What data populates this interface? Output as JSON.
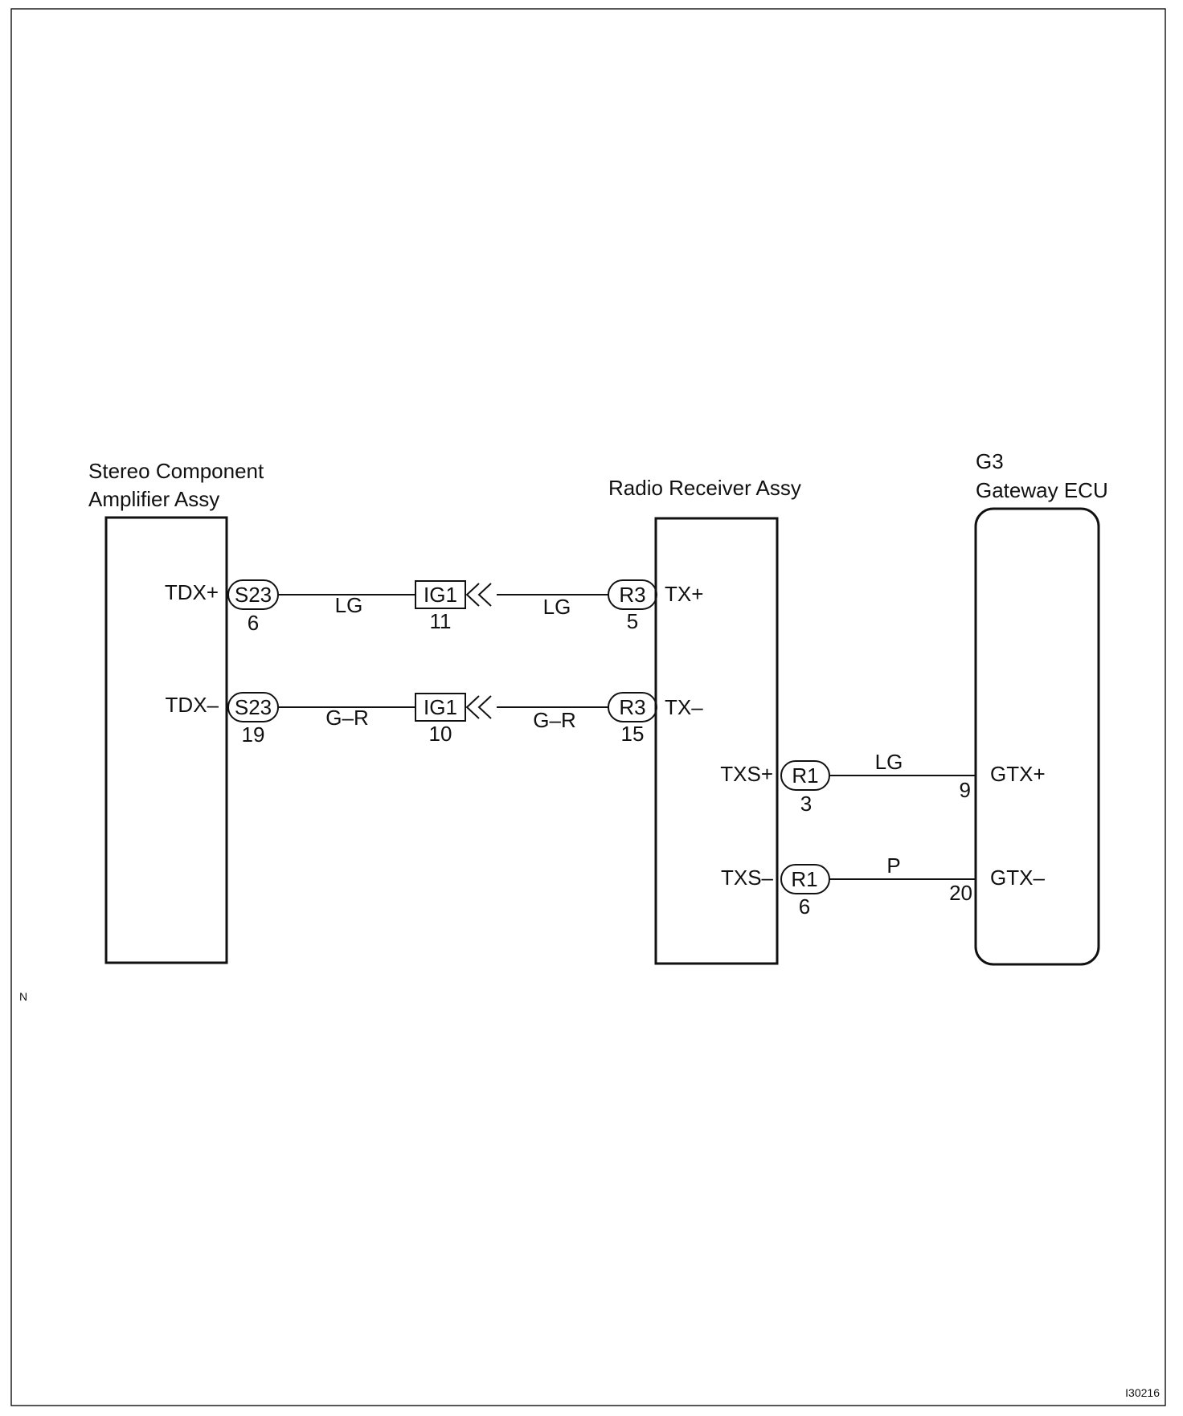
{
  "components": {
    "amplifier": {
      "title_line1": "Stereo Component",
      "title_line2": "Amplifier Assy"
    },
    "radio": {
      "title": "Radio Receiver Assy"
    },
    "gateway": {
      "code": "G3",
      "title": "Gateway ECU"
    }
  },
  "terminals": {
    "tdx_plus": "TDX+",
    "tdx_minus": "TDX–",
    "tx_plus": "TX+",
    "tx_minus": "TX–",
    "txs_plus": "TXS+",
    "txs_minus": "TXS–",
    "gtx_plus": "GTX+",
    "gtx_minus": "GTX–"
  },
  "connectors": {
    "s23_a": {
      "id": "S23",
      "pin": "6"
    },
    "s23_b": {
      "id": "S23",
      "pin": "19"
    },
    "ig1_a": {
      "id": "IG1",
      "pin": "11"
    },
    "ig1_b": {
      "id": "IG1",
      "pin": "10"
    },
    "r3_a": {
      "id": "R3",
      "pin": "5"
    },
    "r3_b": {
      "id": "R3",
      "pin": "15"
    },
    "r1_a": {
      "id": "R1",
      "pin": "3"
    },
    "r1_b": {
      "id": "R1",
      "pin": "6"
    },
    "g3_a": {
      "pin": "9"
    },
    "g3_b": {
      "pin": "20"
    }
  },
  "wires": {
    "w1_left": "LG",
    "w1_right": "LG",
    "w2_left": "G–R",
    "w2_right": "G–R",
    "w3": "LG",
    "w4": "P"
  },
  "margin_mark": "N",
  "figure_id": "I30216"
}
